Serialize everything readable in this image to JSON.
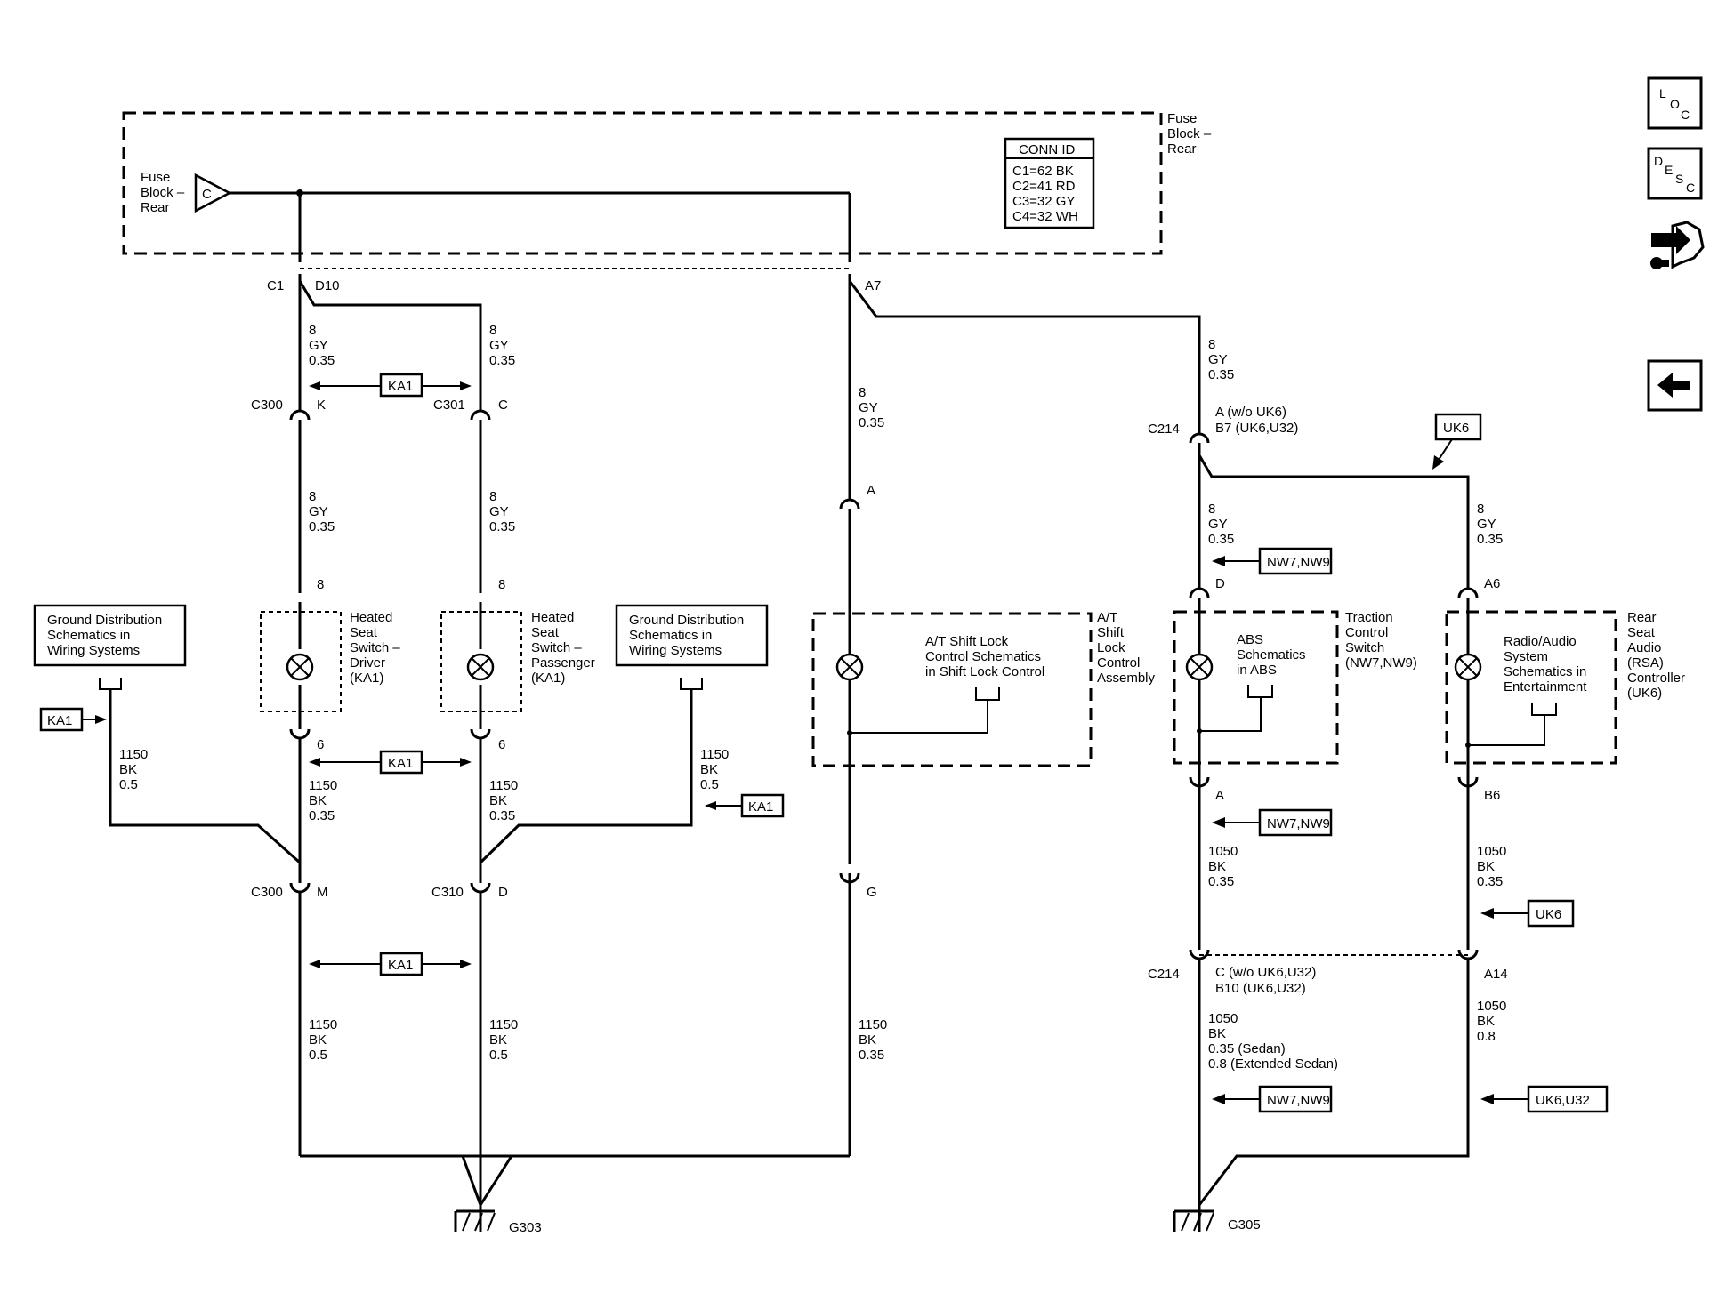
{
  "fuse_block": {
    "label_left": [
      "Fuse",
      "Block –",
      "Rear"
    ],
    "label_right": [
      "Fuse",
      "Block –",
      "Rear"
    ],
    "terminal": "C",
    "conn_id_title": "CONN ID",
    "conn_id_rows": [
      "C1=62 BK",
      "C2=41 RD",
      "C3=32 GY",
      "C4=32 WH"
    ]
  },
  "connectors": {
    "c1": "C1",
    "d10": "D10",
    "a7": "A7",
    "c300_top": "C300",
    "k": "K",
    "c301": "C301",
    "c_pin": "C",
    "pin8_left": "8",
    "pin8_mid": "8",
    "pin6_left": "6",
    "pin6_mid": "6",
    "a_pin_shift": "A",
    "g_pin": "G",
    "c300_bot": "C300",
    "m_pin": "M",
    "c310": "C310",
    "d_pin": "D",
    "c214_top": "C214",
    "c214_top_pins": [
      "A (w/o UK6)",
      "B7 (UK6,U32)"
    ],
    "d_pin_abs": "D",
    "a_pin_abs": "A",
    "a6": "A6",
    "b6": "B6",
    "c214_bot": "C214",
    "c214_bot_pins": [
      "C (w/o UK6,U32)",
      "B10 (UK6,U32)"
    ],
    "a14": "A14"
  },
  "wires": {
    "gy_left_1": [
      "8",
      "GY",
      "0.35"
    ],
    "gy_mid_1": [
      "8",
      "GY",
      "0.35"
    ],
    "gy_left_2": [
      "8",
      "GY",
      "0.35"
    ],
    "gy_mid_2": [
      "8",
      "GY",
      "0.35"
    ],
    "gy_shift": [
      "8",
      "GY",
      "0.35"
    ],
    "gy_right_top": [
      "8",
      "GY",
      "0.35"
    ],
    "gy_abs": [
      "8",
      "GY",
      "0.35"
    ],
    "gy_rsa": [
      "8",
      "GY",
      "0.35"
    ],
    "bk_ground_left": [
      "1150",
      "BK",
      "0.5"
    ],
    "bk_ground_right": [
      "1150",
      "BK",
      "0.5"
    ],
    "bk_left_mid": [
      "1150",
      "BK",
      "0.35"
    ],
    "bk_mid_mid": [
      "1150",
      "BK",
      "0.35"
    ],
    "bk_left_bot": [
      "1150",
      "BK",
      "0.5"
    ],
    "bk_mid_bot": [
      "1150",
      "BK",
      "0.5"
    ],
    "bk_shift": [
      "1150",
      "BK",
      "0.35"
    ],
    "bk_abs": [
      "1050",
      "BK",
      "0.35"
    ],
    "bk_rsa": [
      "1050",
      "BK",
      "0.35"
    ],
    "bk_abs_bot": [
      "1050",
      "BK",
      "0.35 (Sedan)",
      "0.8 (Extended Sedan)"
    ],
    "bk_rsa_bot": [
      "1050",
      "BK",
      "0.8"
    ]
  },
  "options": {
    "ka1": "KA1",
    "uk6": "UK6",
    "nw7nw9": "NW7,NW9",
    "uk6u32": "UK6,U32"
  },
  "components": {
    "ground_dist_left": [
      "Ground Distribution",
      "Schematics in",
      "Wiring Systems"
    ],
    "ground_dist_right": [
      "Ground Distribution",
      "Schematics in",
      "Wiring Systems"
    ],
    "heated_driver": [
      "Heated",
      "Seat",
      "Switch –",
      "Driver",
      "(KA1)"
    ],
    "heated_pass": [
      "Heated",
      "Seat",
      "Switch –",
      "Passenger",
      "(KA1)"
    ],
    "shift_lock_ref": [
      "A/T Shift Lock",
      "Control Schematics",
      "in Shift Lock Control"
    ],
    "shift_lock_label": [
      "A/T",
      "Shift",
      "Lock",
      "Control",
      "Assembly"
    ],
    "abs_ref": [
      "ABS",
      "Schematics",
      "in ABS"
    ],
    "traction_label": [
      "Traction",
      "Control",
      "Switch",
      "(NW7,NW9)"
    ],
    "rsa_ref": [
      "Radio/Audio",
      "System",
      "Schematics in",
      "Entertainment"
    ],
    "rsa_label": [
      "Rear",
      "Seat",
      "Audio",
      "(RSA)",
      "Controller",
      "(UK6)"
    ]
  },
  "grounds": {
    "g303": "G303",
    "g305": "G305"
  },
  "nav": {
    "loc": [
      "L",
      "O",
      "C"
    ],
    "desc": [
      "D",
      "E",
      "S",
      "C"
    ]
  }
}
